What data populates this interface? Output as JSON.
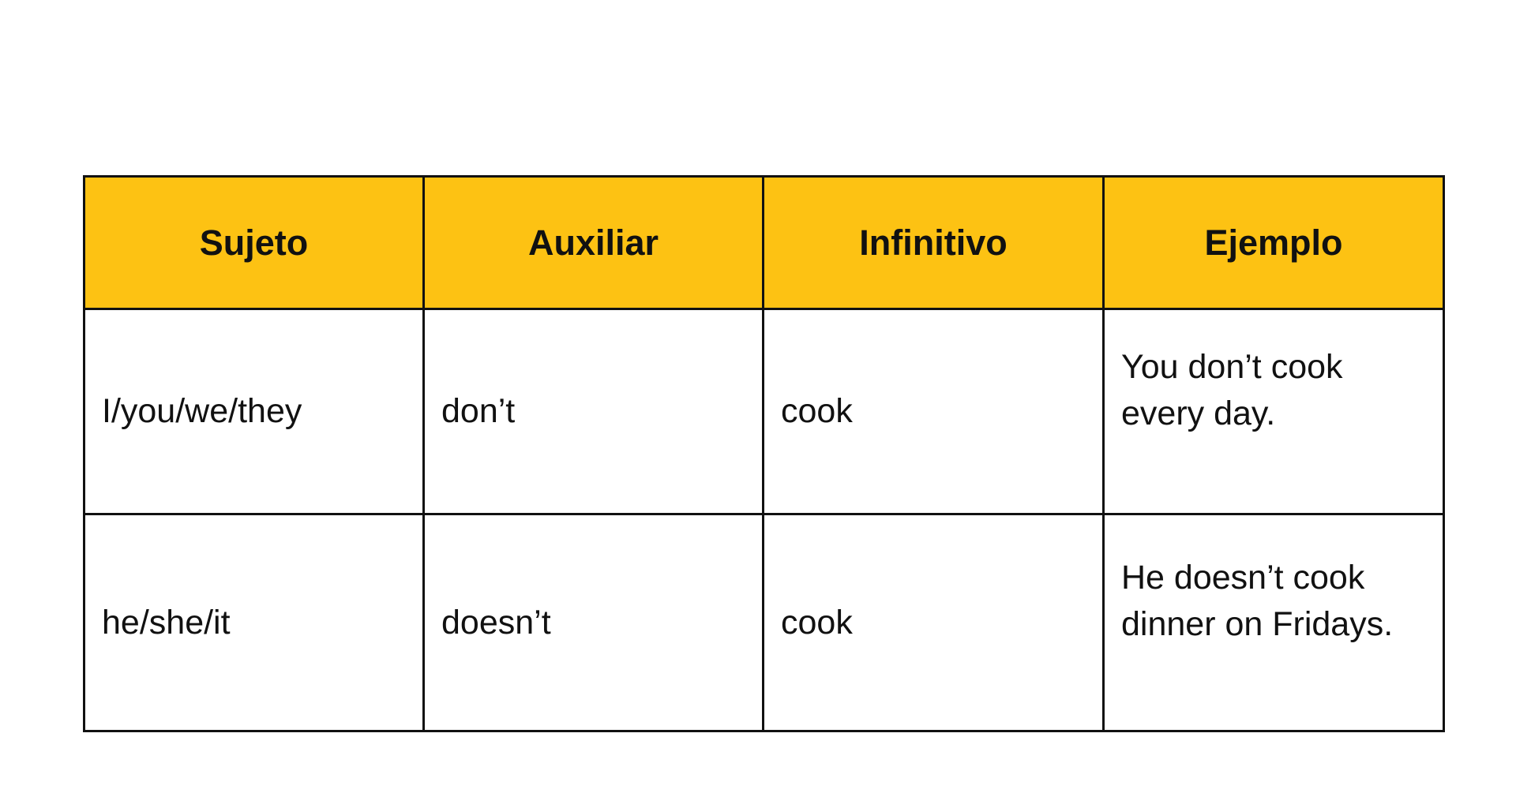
{
  "table": {
    "headers": {
      "subject": "Sujeto",
      "auxiliary": "Auxiliar",
      "infinitive": "Infinitivo",
      "example": "Ejemplo"
    },
    "rows": [
      {
        "subject": "I/you/we/they",
        "auxiliary": "don’t",
        "infinitive": "cook",
        "example": "You don’t cook every day."
      },
      {
        "subject": "he/she/it",
        "auxiliary": "doesn’t",
        "infinitive": "cook",
        "example": "He doesn’t cook dinner on Fridays."
      }
    ]
  },
  "colors": {
    "header_background": "#fdc213",
    "border": "#111111",
    "text": "#111111",
    "page_background": "#ffffff"
  }
}
